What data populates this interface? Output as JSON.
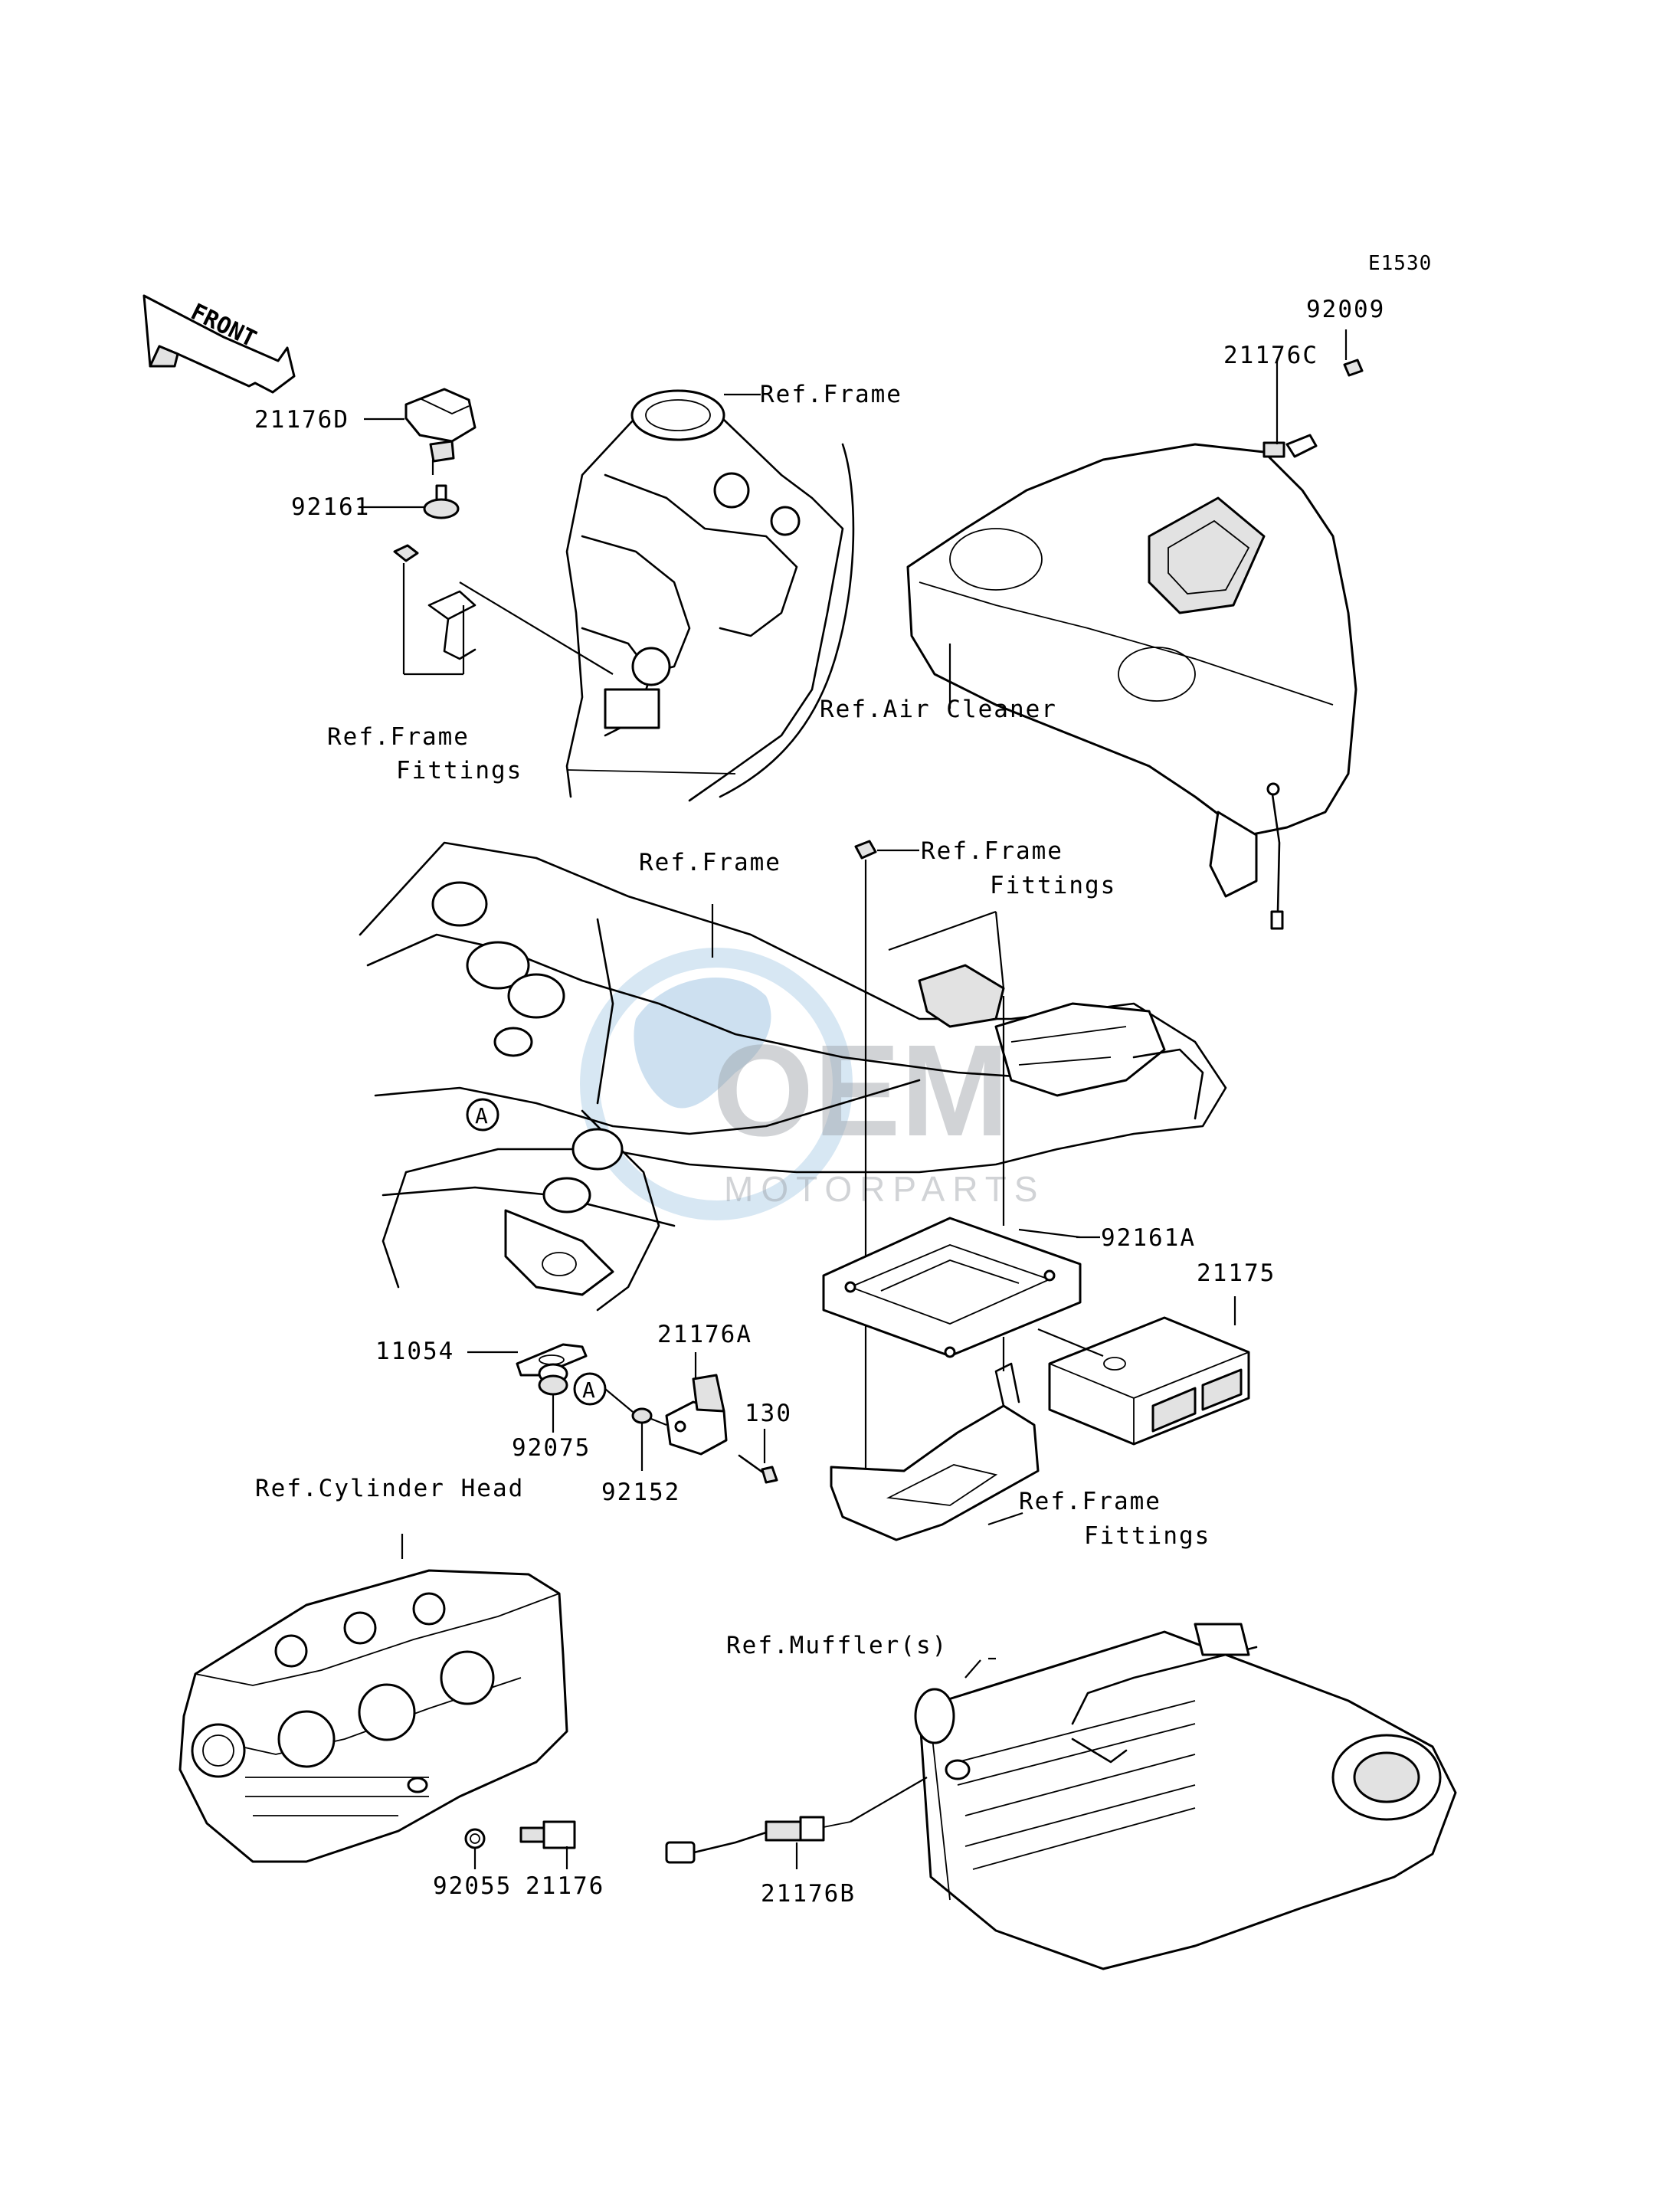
{
  "diagram": {
    "code": "E1530",
    "front_label": "FRONT",
    "watermark": {
      "line1": "OEM",
      "line2": "MOTORPARTS",
      "color": "#4a90c8"
    },
    "callouts": {
      "p21176D": "21176D",
      "p92161": "92161",
      "p92009": "92009",
      "p21176C": "21176C",
      "p92161A": "92161A",
      "p21175": "21175",
      "p11054": "11054",
      "p92075": "92075",
      "p21176A": "21176A",
      "p130": "130",
      "p92152": "92152",
      "p92055": "92055",
      "p21176": "21176",
      "p21176B": "21176B",
      "marker_a": "A"
    },
    "references": {
      "frame_top": "Ref.Frame",
      "frame_fittings_left_1": "Ref.Frame",
      "frame_fittings_left_2": "Fittings",
      "air_cleaner": "Ref.Air Cleaner",
      "frame_mid": "Ref.Frame",
      "frame_fittings_top_1": "Ref.Frame",
      "frame_fittings_top_2": "Fittings",
      "cylinder_head": "Ref.Cylinder Head",
      "frame_fittings_bottom_1": "Ref.Frame",
      "frame_fittings_bottom_2": "Fittings",
      "muffler": "Ref.Muffler(s)"
    }
  }
}
